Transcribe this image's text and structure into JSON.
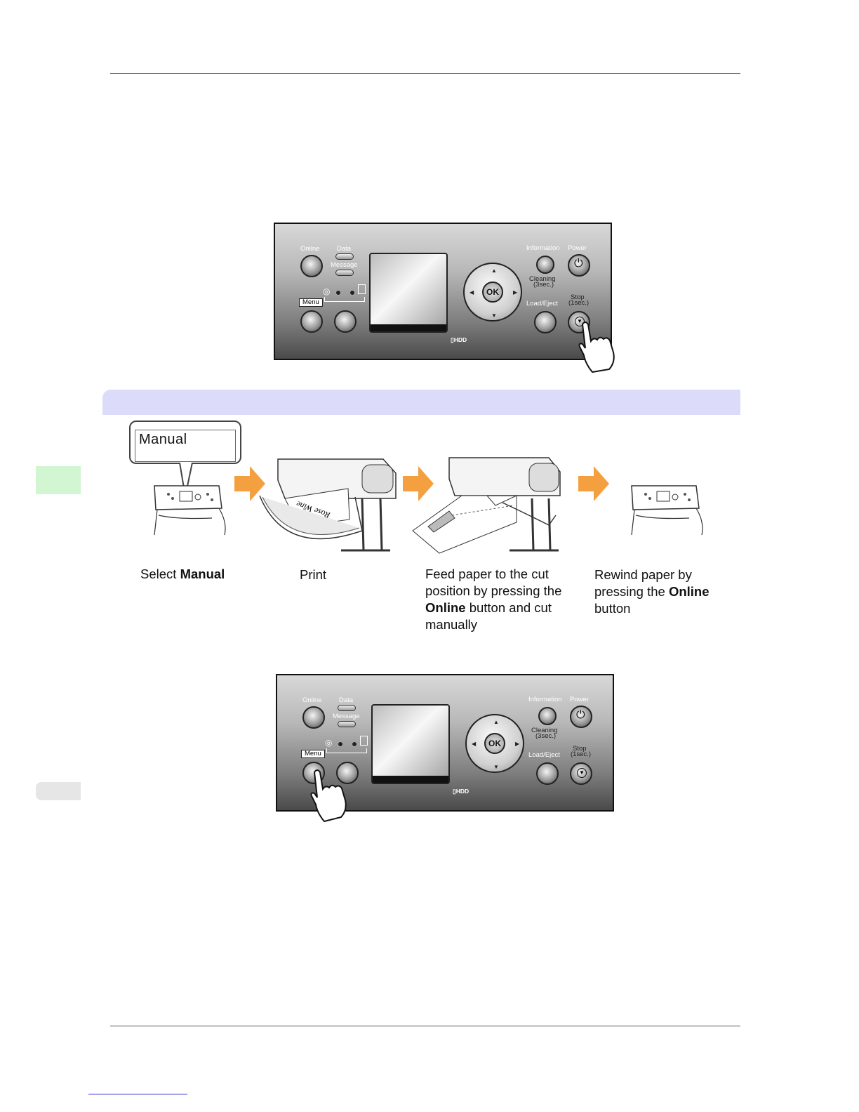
{
  "panel": {
    "labels": {
      "online": "Online",
      "data": "Data",
      "message": "Message",
      "menu": "Menu",
      "information": "Information",
      "power": "Power",
      "cleaning": "Cleaning",
      "cleaning_sub": "(3sec.)",
      "load_eject": "Load/Eject",
      "stop": "Stop",
      "stop_sub": "(1sec.)",
      "ok": "OK",
      "hdd": "HDD"
    }
  },
  "flow": {
    "callout_text": "Manual",
    "steps": {
      "s1_pre": "Select ",
      "s1_bold": "Manual",
      "s2": "Print",
      "s3_line1": "Feed paper to the cut",
      "s3_line2": "position by pressing the",
      "s3_bold": "Online",
      "s3_line3_rest": " button and cut",
      "s3_line4": "manually",
      "s4_line1": "Rewind paper by",
      "s4_line2_pre": "pressing the ",
      "s4_bold": "Online",
      "s4_line3": "button"
    },
    "sheet_text": "Rose Wine"
  },
  "colors": {
    "band": "#dcdcfa",
    "tab_active": "#d2f5d2",
    "tab_inactive": "#e6e6e6",
    "arrow": "#f5a040"
  }
}
